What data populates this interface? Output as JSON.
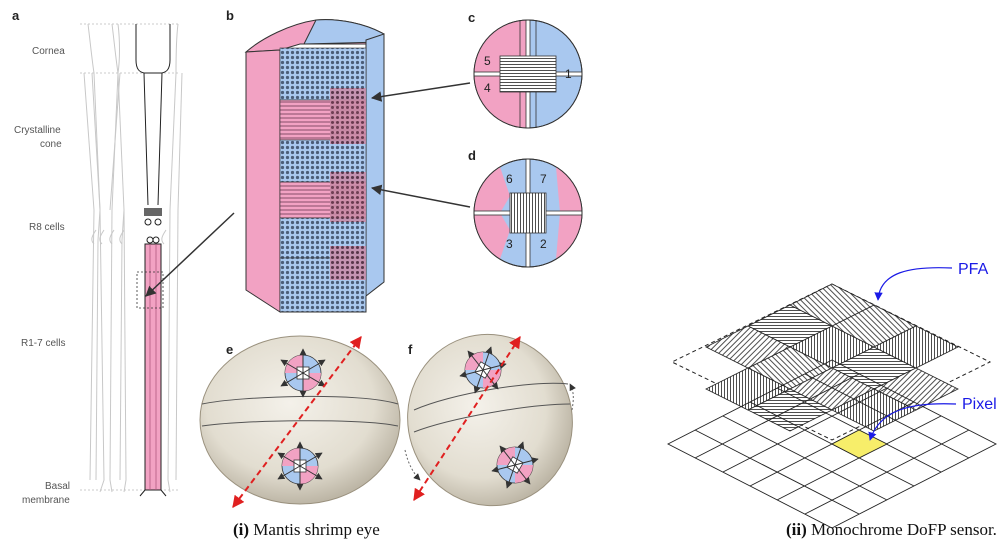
{
  "panels": {
    "a": "a",
    "b": "b",
    "c": "c",
    "d": "d",
    "e": "e",
    "f": "f"
  },
  "layers": {
    "cornea": "Cornea",
    "crystalline1": "Crystalline",
    "crystalline2": "cone",
    "r8": "R8 cells",
    "r17": "R1-7 cells",
    "basal1": "Basal",
    "basal2": "membrane"
  },
  "photoreceptors": {
    "c": {
      "left_top": "5",
      "left_bottom": "4",
      "right": "1"
    },
    "d": {
      "top_left": "6",
      "top_right": "7",
      "bottom_left": "3",
      "bottom_right": "2"
    }
  },
  "sensor": {
    "pfa": "PFA",
    "pixel": "Pixel"
  },
  "captions": {
    "left_tag": "(i)",
    "left_text": "Mantis shrimp eye",
    "right_tag": "(ii)",
    "right_text": "Monochrome DoFP sensor."
  },
  "colors": {
    "pink": "#f2a2c3",
    "blue": "#a9c8ef",
    "grid_highlight": "#f7ee6a",
    "callout": "#1a1ae6",
    "arrow": "#e02020"
  }
}
